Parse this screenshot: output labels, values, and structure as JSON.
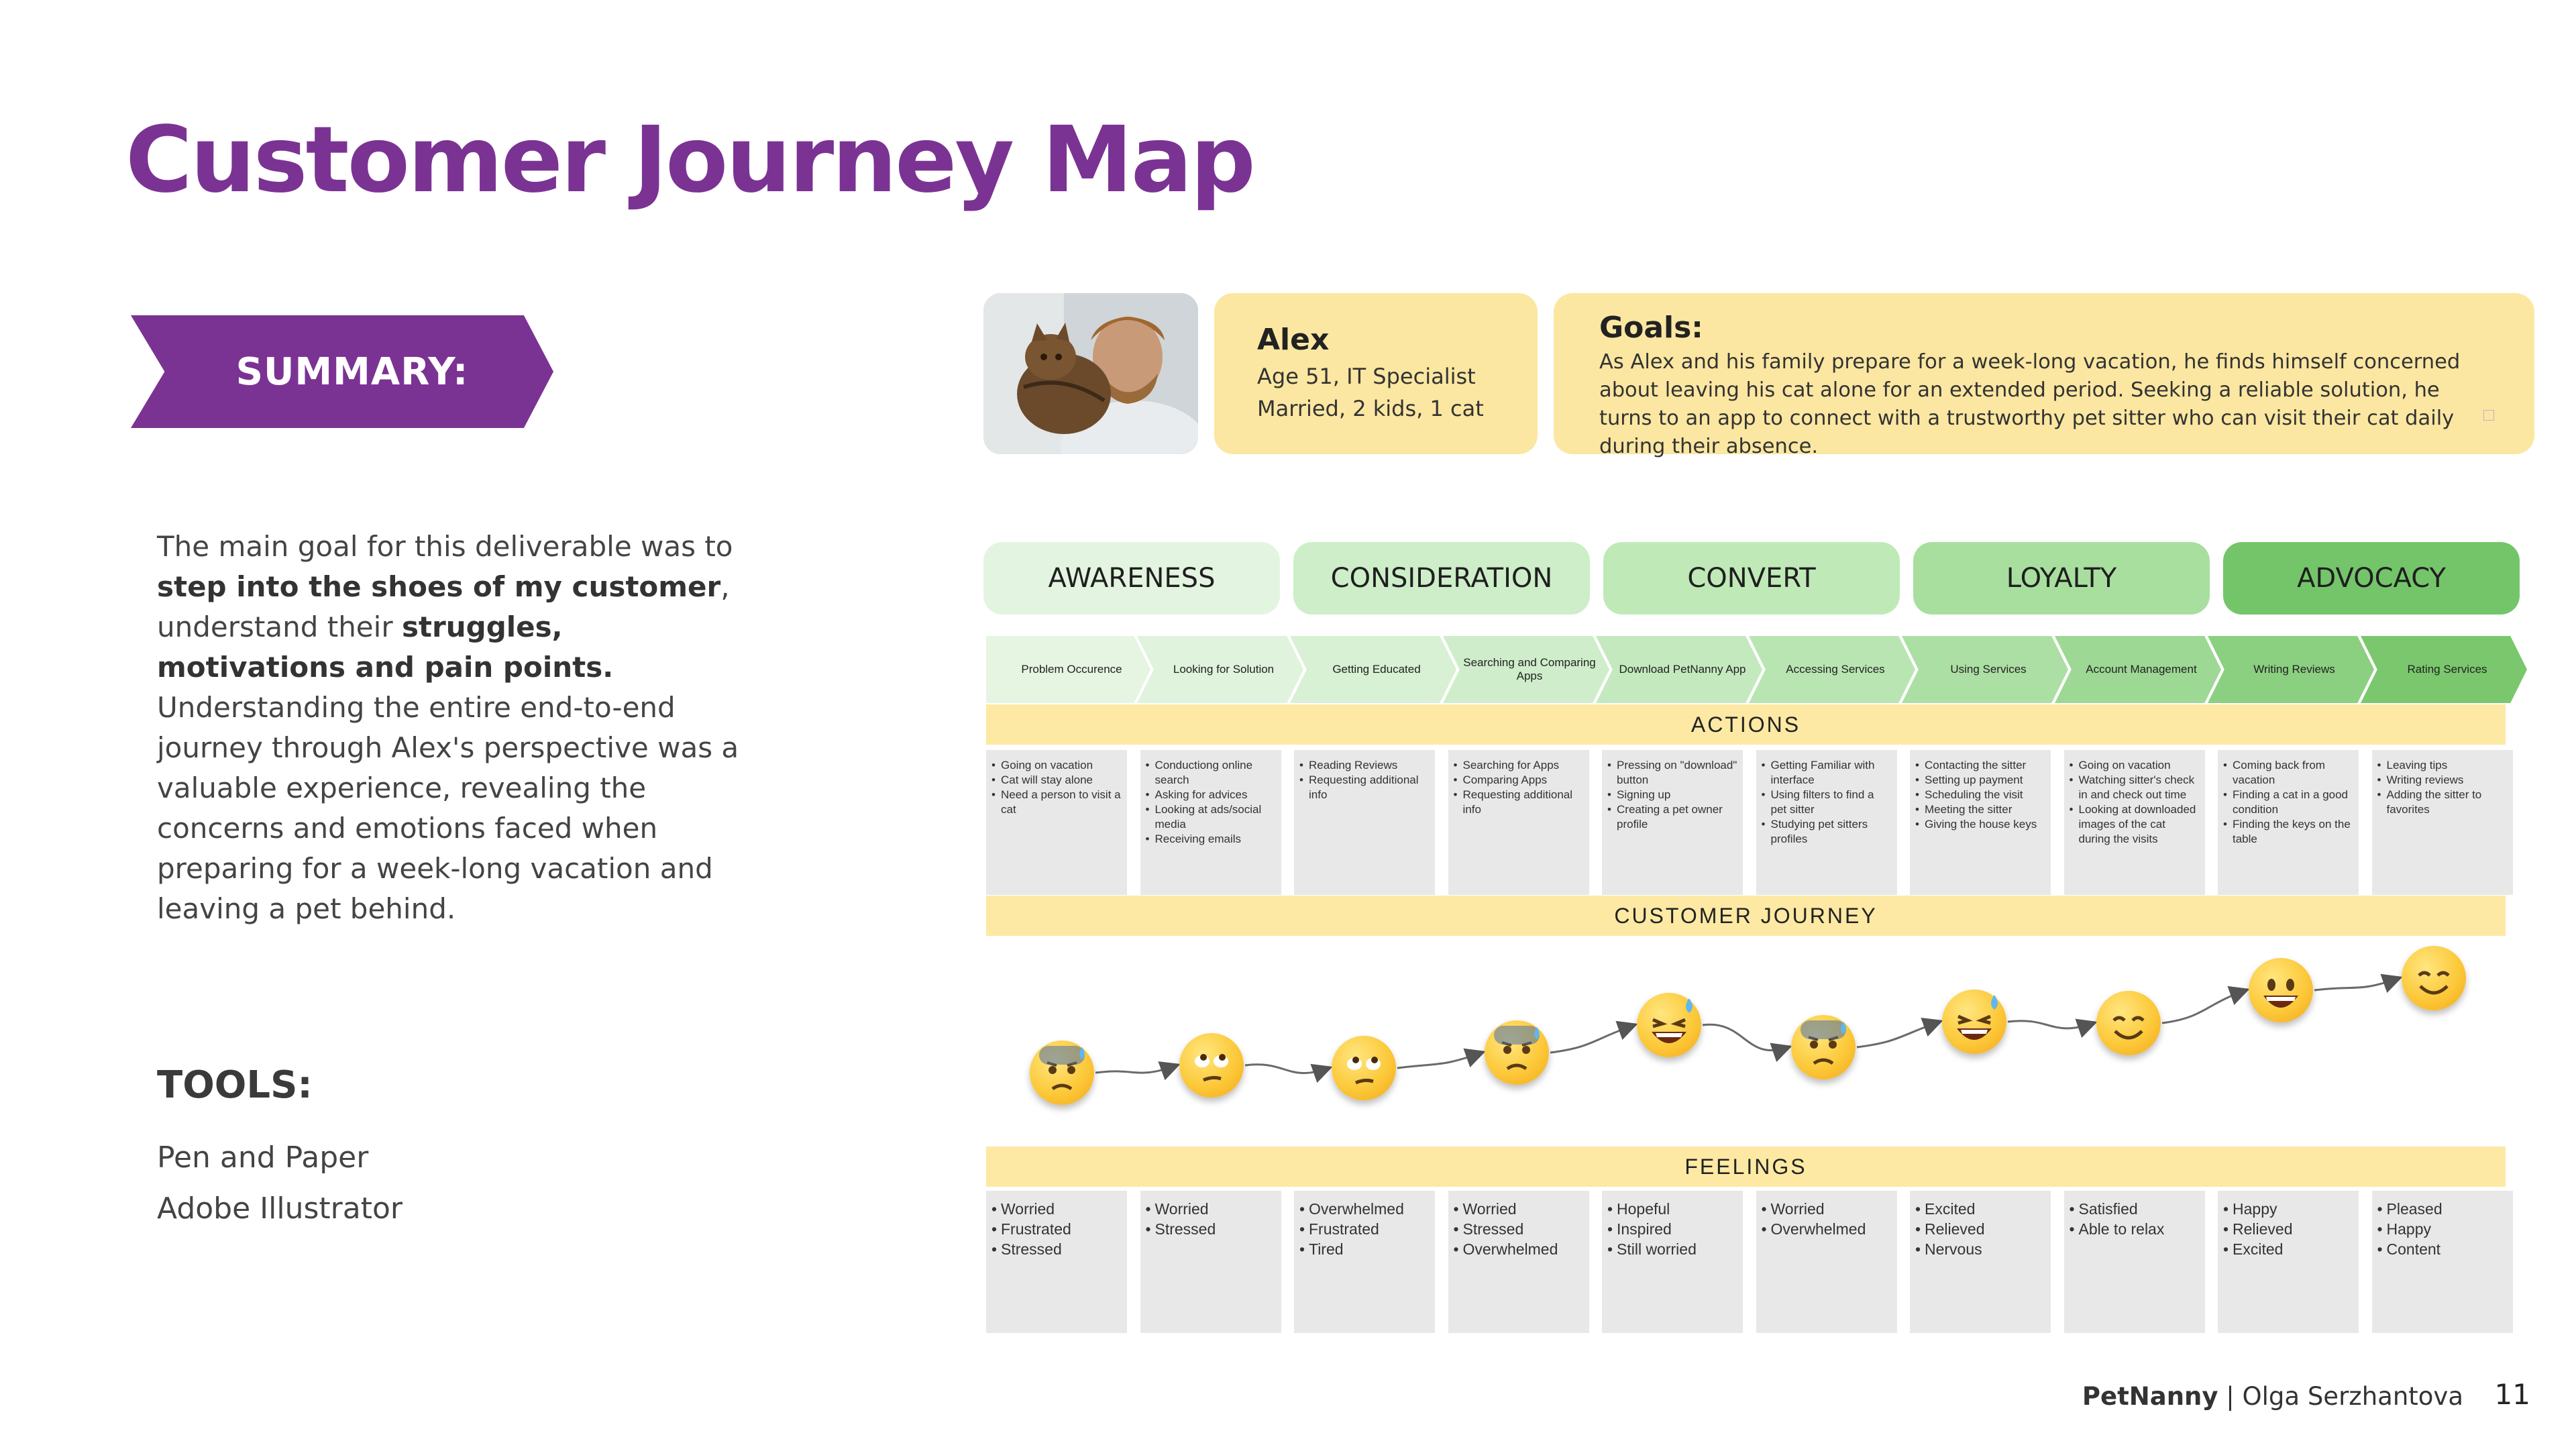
{
  "title": "Customer Journey Map",
  "summary": {
    "heading": "SUMMARY:",
    "paragraph": [
      "The main goal for this deliverable was to",
      "step into the shoes of my customer",
      ",",
      "understand their ",
      "struggles, motivations and pain points.",
      "Understanding the entire end-to-end journey through Alex's perspective was a valuable experience, revealing the concerns and emotions faced when preparing for a week-long vacation and leaving a pet behind."
    ]
  },
  "tools": {
    "heading": "TOOLS:",
    "items": [
      "Pen and Paper",
      "Adobe Illustrator"
    ]
  },
  "persona": {
    "name": "Alex",
    "line1": "Age 51, IT Specialist",
    "line2": "Married, 2 kids, 1 cat"
  },
  "goals": {
    "title": "Goals:",
    "text": "As Alex and his family prepare for a week-long vacation, he finds himself concerned about leaving his cat alone for an extended period. Seeking a reliable solution, he turns to an app to connect with a trustworthy pet sitter who can visit their cat daily during their absence."
  },
  "stages": [
    "AWARENESS",
    "CONSIDERATION",
    "CONVERT",
    "LOYALTY",
    "ADVOCACY"
  ],
  "stage_colors": [
    "#e3f5e0",
    "#cdeec8",
    "#bfeab8",
    "#a8df9f",
    "#74c56a"
  ],
  "steps": [
    "Problem Occurence",
    "Looking for Solution",
    "Getting Educated",
    "Searching and Comparing Apps",
    "Download PetNanny App",
    "Accessing Services",
    "Using Services",
    "Account Management",
    "Writing Reviews",
    "Rating Services"
  ],
  "step_colors": [
    "#e6f5e2",
    "#e0f3dc",
    "#d8f0d3",
    "#cfedca",
    "#c4e9be",
    "#b9e5b2",
    "#acdfa4",
    "#9dd894",
    "#8bcf80",
    "#7ac76d"
  ],
  "sections": {
    "actions": "ACTIONS",
    "journey": "CUSTOMER JOURNEY",
    "feelings": "FEELINGS"
  },
  "actions": [
    [
      "Going on vacation",
      "Cat will stay alone",
      "Need a person to visit a cat"
    ],
    [
      "Conductiong online search",
      "Asking for advices",
      "Looking at ads/social media",
      "Receiving emails"
    ],
    [
      "Reading Reviews",
      "Requesting additional info"
    ],
    [
      "Searching for Apps",
      "Comparing Apps",
      "Requesting additional info"
    ],
    [
      "Pressing on \"download\" button",
      "Signing up",
      "Creating a pet owner profile"
    ],
    [
      "Getting Familiar with interface",
      "Using filters to find a pet sitter",
      "Studying pet sitters profiles"
    ],
    [
      "Contacting the sitter",
      "Setting up payment",
      "Scheduling the visit",
      "Meeting the sitter",
      "Giving the house keys"
    ],
    [
      "Going on vacation",
      "Watching sitter's check in and check out time",
      "Looking at downloaded images of the cat during the visits"
    ],
    [
      "Coming back from vacation",
      "Finding a cat in a good condition",
      "Finding the keys on the table"
    ],
    [
      "Leaving tips",
      "Writing reviews",
      "Adding the sitter to favorites"
    ]
  ],
  "journey_emojis": [
    "anxious-sweat-face",
    "eye-roll-face",
    "eye-roll-face",
    "anxious-sweat-face",
    "grinning-sweat-face",
    "anxious-sweat-face",
    "grinning-sweat-face",
    "smiling-face",
    "grinning-face",
    "smiling-face"
  ],
  "feelings": [
    [
      "Worried",
      "Frustrated",
      "Stressed"
    ],
    [
      "Worried",
      "Stressed"
    ],
    [
      "Overwhelmed",
      "Frustrated",
      "Tired"
    ],
    [
      "Worried",
      "Stressed",
      "Overwhelmed"
    ],
    [
      "Hopeful",
      "Inspired",
      "Still worried"
    ],
    [
      "Worried",
      "Overwhelmed"
    ],
    [
      "Excited",
      "Relieved",
      "Nervous"
    ],
    [
      "Satisfied",
      "Able to relax"
    ],
    [
      "Happy",
      "Relieved",
      "Excited"
    ],
    [
      "Pleased",
      "Happy",
      "Content"
    ]
  ],
  "footer": {
    "brand": "PetNanny",
    "separator": " | ",
    "author": "Olga Serzhantova",
    "page": "11"
  },
  "colors": {
    "title_purple": "#7b3393",
    "card_yellow": "#fbe7a1",
    "section_yellow": "#fde9a3",
    "cell_gray": "#e8e8e8"
  }
}
